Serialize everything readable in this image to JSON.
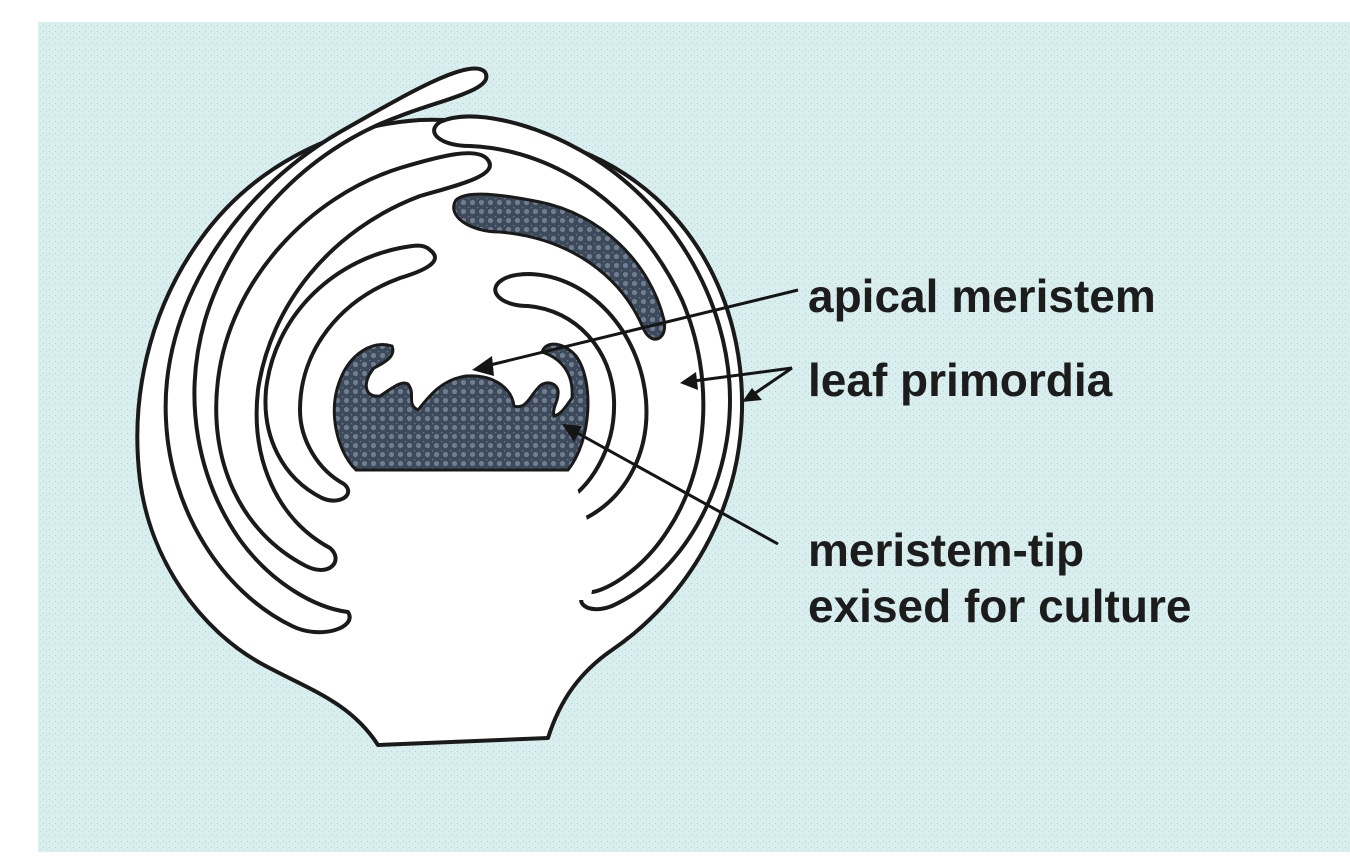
{
  "labels": {
    "apical_meristem": "apical meristem",
    "leaf_primordia": "leaf primordia",
    "meristem_tip_line1": "meristem-tip",
    "meristem_tip_line2": "exised for culture"
  },
  "colors": {
    "background": "#d9eeee",
    "ink": "#1a1a1a",
    "tissue": "#3c4a5c",
    "fill": "#ffffff"
  }
}
